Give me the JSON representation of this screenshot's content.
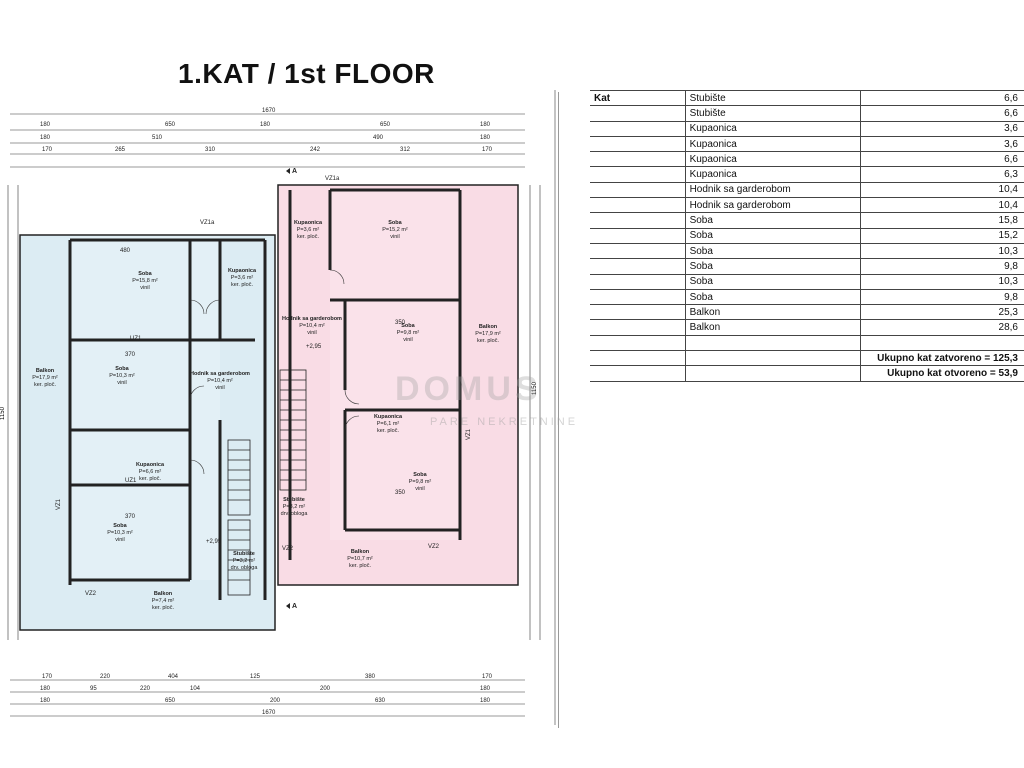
{
  "title": "1.KAT / 1st FLOOR",
  "table": {
    "header": "Kat",
    "rows": [
      {
        "room": "Stubište",
        "area": "6,6"
      },
      {
        "room": "Stubište",
        "area": "6,6"
      },
      {
        "room": "Kupaonica",
        "area": "3,6"
      },
      {
        "room": "Kupaonica",
        "area": "3,6"
      },
      {
        "room": "Kupaonica",
        "area": "6,6"
      },
      {
        "room": "Kupaonica",
        "area": "6,3"
      },
      {
        "room": "Hodnik sa garderobom",
        "area": "10,4"
      },
      {
        "room": "Hodnik sa garderobom",
        "area": "10,4"
      },
      {
        "room": "Soba",
        "area": "15,8"
      },
      {
        "room": "Soba",
        "area": "15,2"
      },
      {
        "room": "Soba",
        "area": "10,3"
      },
      {
        "room": "Soba",
        "area": "9,8"
      },
      {
        "room": "Soba",
        "area": "10,3"
      },
      {
        "room": "Soba",
        "area": "9,8"
      },
      {
        "room": "Balkon",
        "area": "25,3"
      },
      {
        "room": "Balkon",
        "area": "28,6"
      }
    ],
    "total_closed": "Ukupno kat zatvoreno = 125,3",
    "total_open": "Ukupno kat otvoreno = 53,9"
  },
  "dimensions": {
    "top_total": "1670",
    "top_row2": [
      "180",
      "650",
      "180",
      "650",
      "180"
    ],
    "top_row3": [
      "180",
      "510",
      "490",
      "180"
    ],
    "top_row4": [
      "170",
      "265",
      "310",
      "242",
      "312",
      "170"
    ],
    "bottom_row1": [
      "170",
      "220",
      "404",
      "125",
      "380",
      "170"
    ],
    "bottom_row2": [
      "180",
      "95",
      "220",
      "104",
      "200",
      "180"
    ],
    "bottom_row3": [
      "180",
      "650",
      "200",
      "630",
      "180"
    ],
    "bottom_total": "1670",
    "right_total": "1150",
    "left_total": "1150"
  },
  "rooms_left": [
    {
      "name": "Soba",
      "area": "P=15,8 m²",
      "finish": "vinil"
    },
    {
      "name": "Kupaonica",
      "area": "P=3,6 m²",
      "finish": "ker. ploč."
    },
    {
      "name": "Balkon",
      "area": "P=17,9 m²",
      "finish": "ker. ploč."
    },
    {
      "name": "Soba",
      "area": "P=10,3 m²",
      "finish": "vinil"
    },
    {
      "name": "Hodnik sa garderobom",
      "area": "P=10,4 m²",
      "finish": "vinil"
    },
    {
      "name": "Kupaonica",
      "area": "P=6,6 m²",
      "finish": "ker. ploč."
    },
    {
      "name": "Soba",
      "area": "P=10,3 m²",
      "finish": "vinil"
    },
    {
      "name": "Stubište",
      "area": "P=3,2 m²",
      "finish": "drv. obloga"
    },
    {
      "name": "Balkon",
      "area": "P=7,4 m²",
      "finish": "ker. ploč."
    }
  ],
  "rooms_right": [
    {
      "name": "Kupaonica",
      "area": "P=3,6 m²",
      "finish": "ker. ploč."
    },
    {
      "name": "Soba",
      "area": "P=15,2 m²",
      "finish": "vinil"
    },
    {
      "name": "Hodnik sa garderobom",
      "area": "P=10,4 m²",
      "finish": "vinil"
    },
    {
      "name": "Soba",
      "area": "P=9,8 m²",
      "finish": "vinil"
    },
    {
      "name": "Balkon",
      "area": "P=17,9 m²",
      "finish": "ker. ploč."
    },
    {
      "name": "Kupaonica",
      "area": "P=6,1 m²",
      "finish": "ker. ploč."
    },
    {
      "name": "Soba",
      "area": "P=9,8 m²",
      "finish": "vinil"
    },
    {
      "name": "Stubište",
      "area": "P=3,2 m²",
      "finish": "drv. obloga"
    },
    {
      "name": "Balkon",
      "area": "P=10,7 m²",
      "finish": "ker. ploč."
    }
  ],
  "labels": {
    "section_mark": "A",
    "vz1a": "VZ1a",
    "vz1": "VZ1",
    "vz2": "VZ2",
    "uz1": "UZ1",
    "level_left": "+2,95",
    "level_right": "+2,95",
    "wall_480": "480",
    "wall_370": "370",
    "wall_350": "350",
    "watermark_top": "DOMUS",
    "watermark_bottom": "PARE NEKRETNINE"
  },
  "colors": {
    "left_unit": "#dcecf3",
    "right_unit": "#f9dce5",
    "wall": "#222222"
  }
}
